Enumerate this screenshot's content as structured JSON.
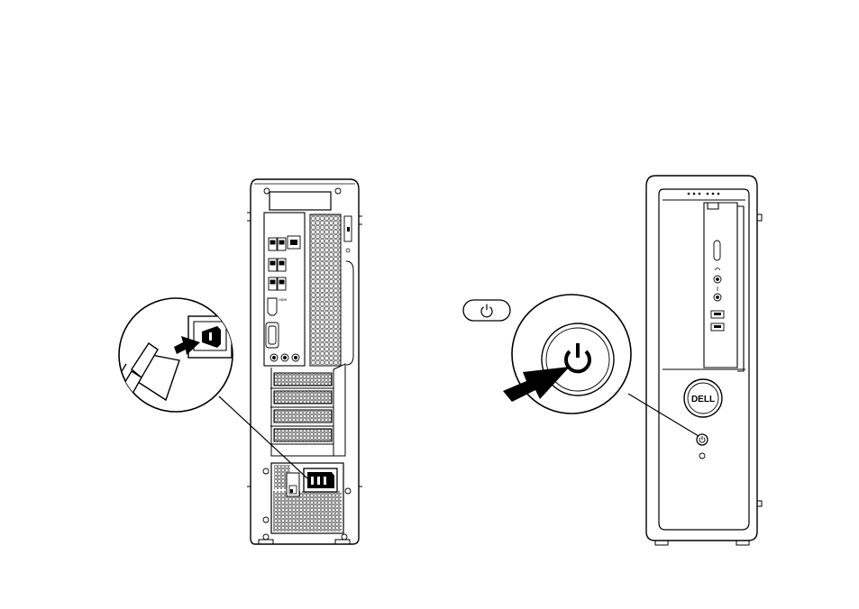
{
  "figure": {
    "left_panel": {
      "subject": "computer-rear-view",
      "callout_subject": "power-cable-into-connector",
      "port_labels": {
        "hdmi": "HDMI"
      }
    },
    "right_panel": {
      "subject": "computer-front-view",
      "callout_subject": "press-power-button",
      "power_symbol_badge": "power-icon",
      "brand_logo_text": "DELL"
    }
  }
}
